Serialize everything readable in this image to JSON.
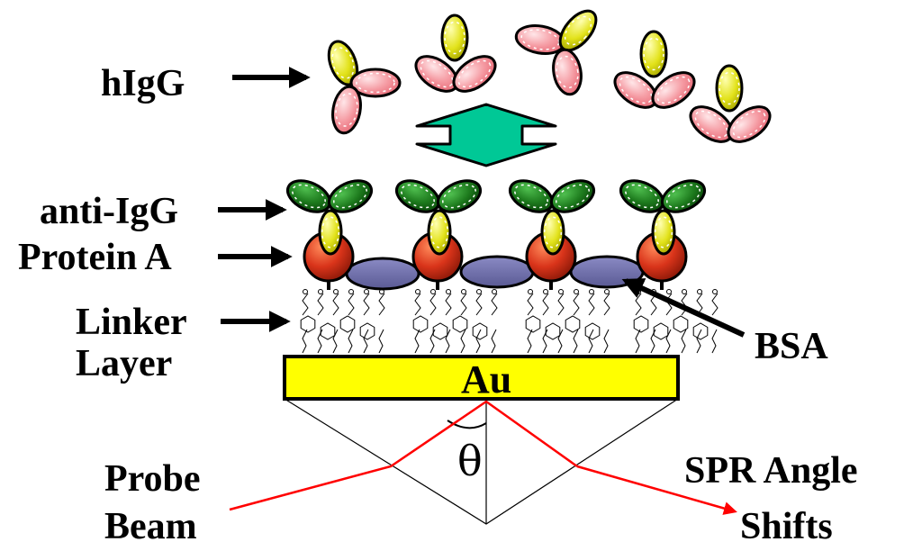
{
  "labels": {
    "higg": "hIgG",
    "anti_igg": "anti-IgG",
    "protein_a": "Protein A",
    "linker_line1": "Linker",
    "linker_line2": "Layer",
    "bsa": "BSA",
    "au": "Au",
    "theta": "θ",
    "probe_line1": "Probe",
    "probe_line2": "Beam",
    "spr_line1": "SPR Angle",
    "spr_line2": "Shifts"
  },
  "colors": {
    "hIgG_fc": "#e6e62a",
    "hIgG_fab": "#f4a0a8",
    "anti_igg_fab": "#1f7a1f",
    "protein_a": "#d9341a",
    "bsa": "#6b6ba8",
    "gold": "#ffff00",
    "arrow_teal": "#00c896",
    "beam": "#ff0000"
  }
}
